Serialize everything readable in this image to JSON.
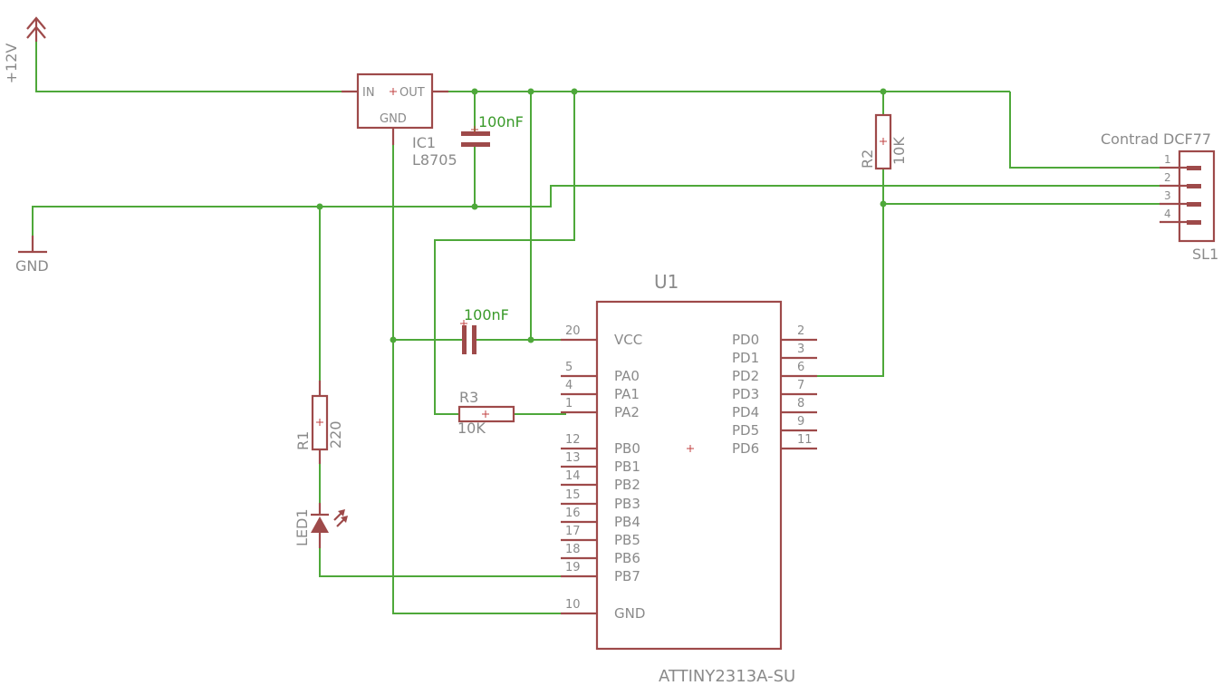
{
  "power": {
    "vcc_label": "+12V",
    "gnd_label": "GND"
  },
  "regulator": {
    "name": "IC1",
    "value": "L8705",
    "pin_in": "IN",
    "pin_out": "OUT",
    "pin_gnd": "GND"
  },
  "c1": {
    "value": "100nF"
  },
  "c2": {
    "value": "100nF"
  },
  "r1": {
    "name": "R1",
    "value": "220"
  },
  "r2": {
    "name": "R2",
    "value": "10K"
  },
  "r3": {
    "name": "R3",
    "value": "10K"
  },
  "led": {
    "name": "LED1"
  },
  "connector": {
    "title": "Contrad DCF77",
    "name": "SL1",
    "pins": [
      "1",
      "2",
      "3",
      "4"
    ]
  },
  "mcu": {
    "name": "U1",
    "part": "ATTINY2313A-SU",
    "left_pins": [
      {
        "num": "20",
        "label": "VCC"
      },
      {
        "num": "5",
        "label": "PA0"
      },
      {
        "num": "4",
        "label": "PA1"
      },
      {
        "num": "1",
        "label": "PA2"
      },
      {
        "num": "12",
        "label": "PB0"
      },
      {
        "num": "13",
        "label": "PB1"
      },
      {
        "num": "14",
        "label": "PB2"
      },
      {
        "num": "15",
        "label": "PB3"
      },
      {
        "num": "16",
        "label": "PB4"
      },
      {
        "num": "17",
        "label": "PB5"
      },
      {
        "num": "18",
        "label": "PB6"
      },
      {
        "num": "19",
        "label": "PB7"
      },
      {
        "num": "10",
        "label": "GND"
      }
    ],
    "right_pins": [
      {
        "num": "2",
        "label": "PD0"
      },
      {
        "num": "3",
        "label": "PD1"
      },
      {
        "num": "6",
        "label": "PD2"
      },
      {
        "num": "7",
        "label": "PD3"
      },
      {
        "num": "8",
        "label": "PD4"
      },
      {
        "num": "9",
        "label": "PD5"
      },
      {
        "num": "11",
        "label": "PD6"
      }
    ]
  }
}
